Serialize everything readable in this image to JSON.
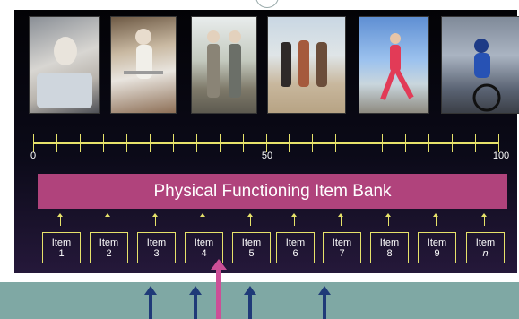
{
  "scale": {
    "labels": [
      {
        "text": "0",
        "value": 0
      },
      {
        "text": "50",
        "value": 50
      },
      {
        "text": "100",
        "value": 100
      }
    ]
  },
  "bank": {
    "title": "Physical Functioning Item Bank"
  },
  "items": [
    {
      "label": "Item",
      "num": "1"
    },
    {
      "label": "Item",
      "num": "2"
    },
    {
      "label": "Item",
      "num": "3"
    },
    {
      "label": "Item",
      "num": "4"
    },
    {
      "label": "Item",
      "num": "5"
    },
    {
      "label": "Item",
      "num": "6"
    },
    {
      "label": "Item",
      "num": "7"
    },
    {
      "label": "Item",
      "num": "8"
    },
    {
      "label": "Item",
      "num": "9"
    },
    {
      "label": "Item",
      "num": "n"
    }
  ],
  "photos": [
    {
      "icon": "bedridden-elderly-person-photo"
    },
    {
      "icon": "elderly-woman-with-walker-photo"
    },
    {
      "icon": "elderly-couple-walking-photo"
    },
    {
      "icon": "women-walking-on-beach-photo"
    },
    {
      "icon": "woman-power-walking-photo"
    },
    {
      "icon": "cyclist-racing-photo"
    }
  ],
  "colors": {
    "bank_fill": "#b0437c",
    "scale_line": "#e6e26a",
    "arrow_blue": "#1f3a78",
    "arrow_pink": "#cc4f97",
    "bottom_band": "#7fa8a4"
  }
}
